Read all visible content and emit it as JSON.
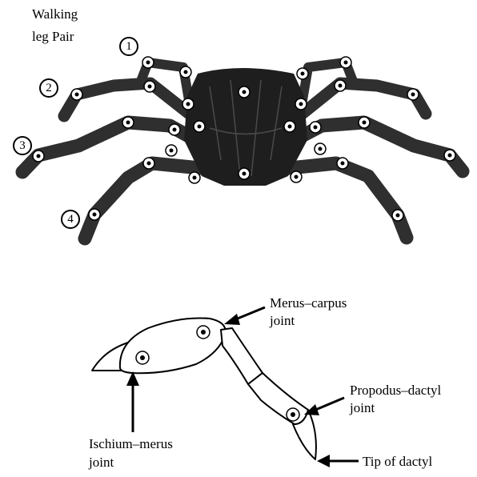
{
  "title_lines": [
    "Walking",
    "leg Pair"
  ],
  "pair_numbers": [
    "1",
    "2",
    "3",
    "4"
  ],
  "labels": {
    "merus_carpus": [
      "Merus–carpus",
      "joint"
    ],
    "propodus_dactyl": [
      "Propodus–dactyl",
      "joint"
    ],
    "ischium_merus": [
      "Ischium–merus",
      "joint"
    ],
    "tip_of_dactyl": "Tip of dactyl"
  }
}
